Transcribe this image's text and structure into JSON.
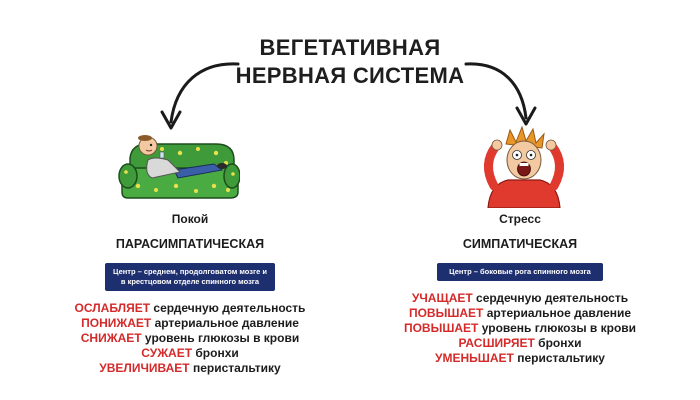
{
  "title": {
    "line1": "ВЕГЕТАТИВНАЯ",
    "line2": "НЕРВНАЯ СИСТЕМА"
  },
  "colors": {
    "accent_red": "#d42a2a",
    "box_navy": "#1e2f6f",
    "text": "#1c1c1c"
  },
  "left": {
    "state": "Покой",
    "system": "ПАРАСИМПАТИЧЕСКАЯ",
    "center": "Центр – среднем, продолговатом мозге и в крестцовом отделе спинного мозга",
    "effects": [
      {
        "verb": "ОСЛАБЛЯЕТ",
        "rest": "сердечную деятельность"
      },
      {
        "verb": "ПОНИЖАЕТ",
        "rest": "артериальное давление"
      },
      {
        "verb": "СНИЖАЕТ",
        "rest": "уровень глюкозы в крови"
      },
      {
        "verb": "СУЖАЕТ",
        "rest": "бронхи"
      },
      {
        "verb": "УВЕЛИЧИВАЕТ",
        "rest": "перистальтику"
      }
    ],
    "illustration": "relaxed-man-on-couch"
  },
  "right": {
    "state": "Стресс",
    "system": "СИМПАТИЧЕСКАЯ",
    "center": "Центр – боковые рога спинного мозга",
    "effects": [
      {
        "verb": "УЧАЩАЕТ",
        "rest": "сердечную деятельность"
      },
      {
        "verb": "ПОВЫШАЕТ",
        "rest": "артериальное давление"
      },
      {
        "verb": "ПОВЫШАЕТ",
        "rest": "уровень глюкозы в крови"
      },
      {
        "verb": "РАСШИРЯЕТ",
        "rest": "бронхи"
      },
      {
        "verb": "УМЕНЬШАЕТ",
        "rest": "перистальтику"
      }
    ],
    "illustration": "stressed-man-screaming"
  }
}
